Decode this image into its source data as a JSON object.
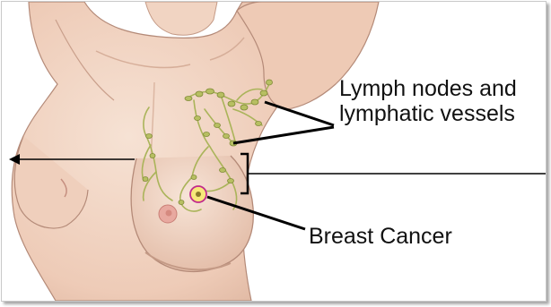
{
  "labels": {
    "lymph_line1": "Lymph nodes and",
    "lymph_line2": "lymphatic vessels",
    "cancer": "Breast Cancer"
  },
  "colors": {
    "skin": "#f2d6c4",
    "skin_shadow": "#dcb39d",
    "outline": "#b48a78",
    "nipple": "#e8a9a0",
    "lymph": "#b7bf62",
    "lymph_dark": "#7f8a36",
    "tumor": "#f7e87a",
    "tumor_ring": "#c22a8c",
    "line": "#000000"
  }
}
